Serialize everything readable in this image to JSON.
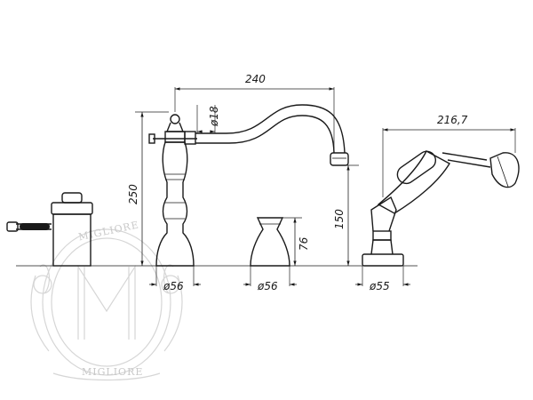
{
  "dimensions": {
    "spout_reach": "240",
    "handle_knob_diameter": "ø18",
    "shower_length": "216,7",
    "faucet_height": "250",
    "spout_height": "150",
    "valve_height": "76",
    "faucet_base_diameter": "ø56",
    "valve_base_diameter": "ø56",
    "shower_base_diameter": "ø55"
  },
  "watermark": {
    "brand_text": "MIGLIORE",
    "monogram": "M"
  },
  "colors": {
    "line": "#1a1a1a",
    "watermark": "#d6d6d6",
    "handle_ceramic": "#1a1a1a"
  }
}
